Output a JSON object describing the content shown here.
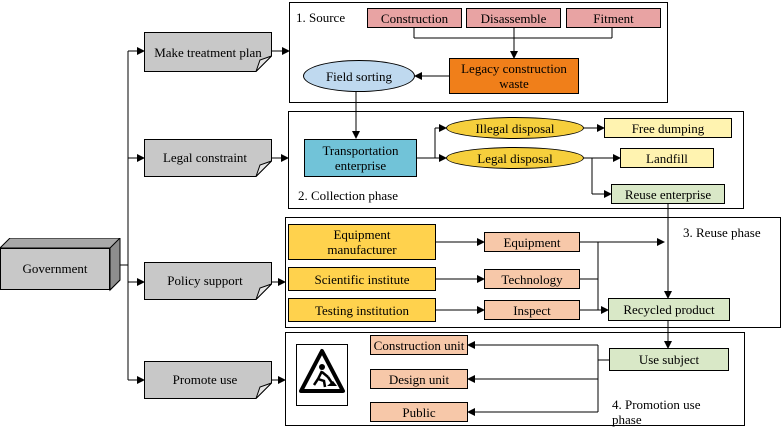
{
  "government": "Government",
  "policies": {
    "treatment_plan": "Make treatment plan",
    "legal": "Legal constraint",
    "policy": "Policy support",
    "promote": "Promote use"
  },
  "phase1": {
    "label": "1. Source",
    "construction": "Construction",
    "disassemble": "Disassemble",
    "fitment": "Fitment",
    "legacy_waste": "Legacy construction waste",
    "field_sorting": "Field sorting"
  },
  "phase2": {
    "label": "2. Collection phase",
    "transport": "Transportation enterprise",
    "illegal": "Illegal disposal",
    "legal_disposal": "Legal disposal",
    "free_dumping": "Free dumping",
    "landfill": "Landfill",
    "reuse_enterprise": "Reuse enterprise"
  },
  "phase3": {
    "label": "3. Reuse phase",
    "equipment_manufacturer": "Equipment manufacturer",
    "scientific_institute": "Scientific institute",
    "testing_institution": "Testing institution",
    "equipment": "Equipment",
    "technology": "Technology",
    "inspect": "Inspect",
    "recycled_product": "Recycled product"
  },
  "phase4": {
    "label": "4. Promotion use phase",
    "construction_unit": "Construction unit",
    "design_unit": "Design unit",
    "public": "Public",
    "use_subject": "Use subject"
  },
  "colors": {
    "source_box": "#e8a3a3",
    "legacy_waste": "#f07f1a",
    "ellipse_blue": "#bfd9ef",
    "ellipse_yellow": "#f6cf3c",
    "transport": "#71c3d8",
    "outcome": "#fff3b0",
    "actor": "#ffd24d",
    "resource": "#f7c8a9",
    "green": "#d9e8c7",
    "policy_grey": "#c8c8c8"
  },
  "icons": [
    "construction-worker-sign-icon"
  ]
}
